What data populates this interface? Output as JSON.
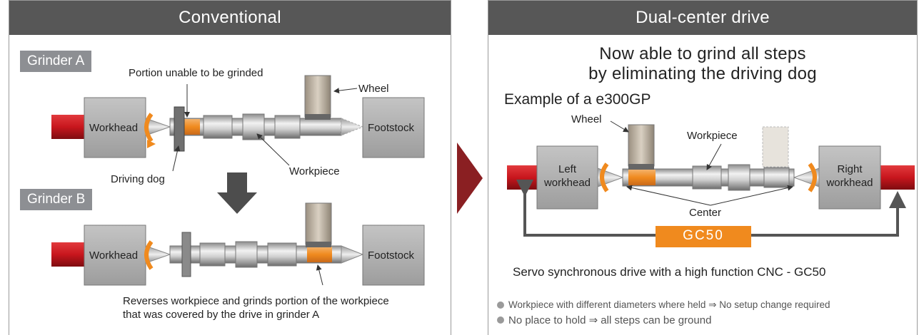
{
  "left_panel": {
    "header": "Conventional",
    "grinder_a_label": "Grinder A",
    "grinder_b_label": "Grinder B",
    "portion_label": "Portion unable to be grinded",
    "wheel_label": "Wheel",
    "workhead_label": "Workhead",
    "footstock_label": "Footstock",
    "driving_dog_label": "Driving dog",
    "workpiece_label": "Workpiece",
    "workhead_b_label": "Workhead",
    "footstock_b_label": "Footstock",
    "reverse_note_line1": "Reverses workpiece and grinds portion of the workpiece",
    "reverse_note_line2": "that was covered by the drive in grinder A"
  },
  "right_panel": {
    "header": "Dual-center drive",
    "headline_line1": "Now able to grind all steps",
    "headline_line2": "by eliminating the driving dog",
    "example_label": "Example of a e300GP",
    "wheel_label": "Wheel",
    "workpiece_label": "Workpiece",
    "left_workhead_line1": "Left",
    "left_workhead_line2": "workhead",
    "right_workhead_line1": "Right",
    "right_workhead_line2": "workhead",
    "center_label": "Center",
    "gc50_label": "GC50",
    "servo_caption": "Servo synchronous drive with a high function CNC - GC50",
    "bullet1": "Workpiece with different diameters where held ⇒ No setup change required",
    "bullet2": "No place to hold ⇒ all steps can be ground"
  },
  "colors": {
    "header_bg": "#575757",
    "tag_bg": "#8d8f93",
    "red_spindle": "#c8161d",
    "orange": "#f08a1e",
    "dark_red_arrow": "#8a1f22",
    "gray_box": "#aeaeae"
  }
}
